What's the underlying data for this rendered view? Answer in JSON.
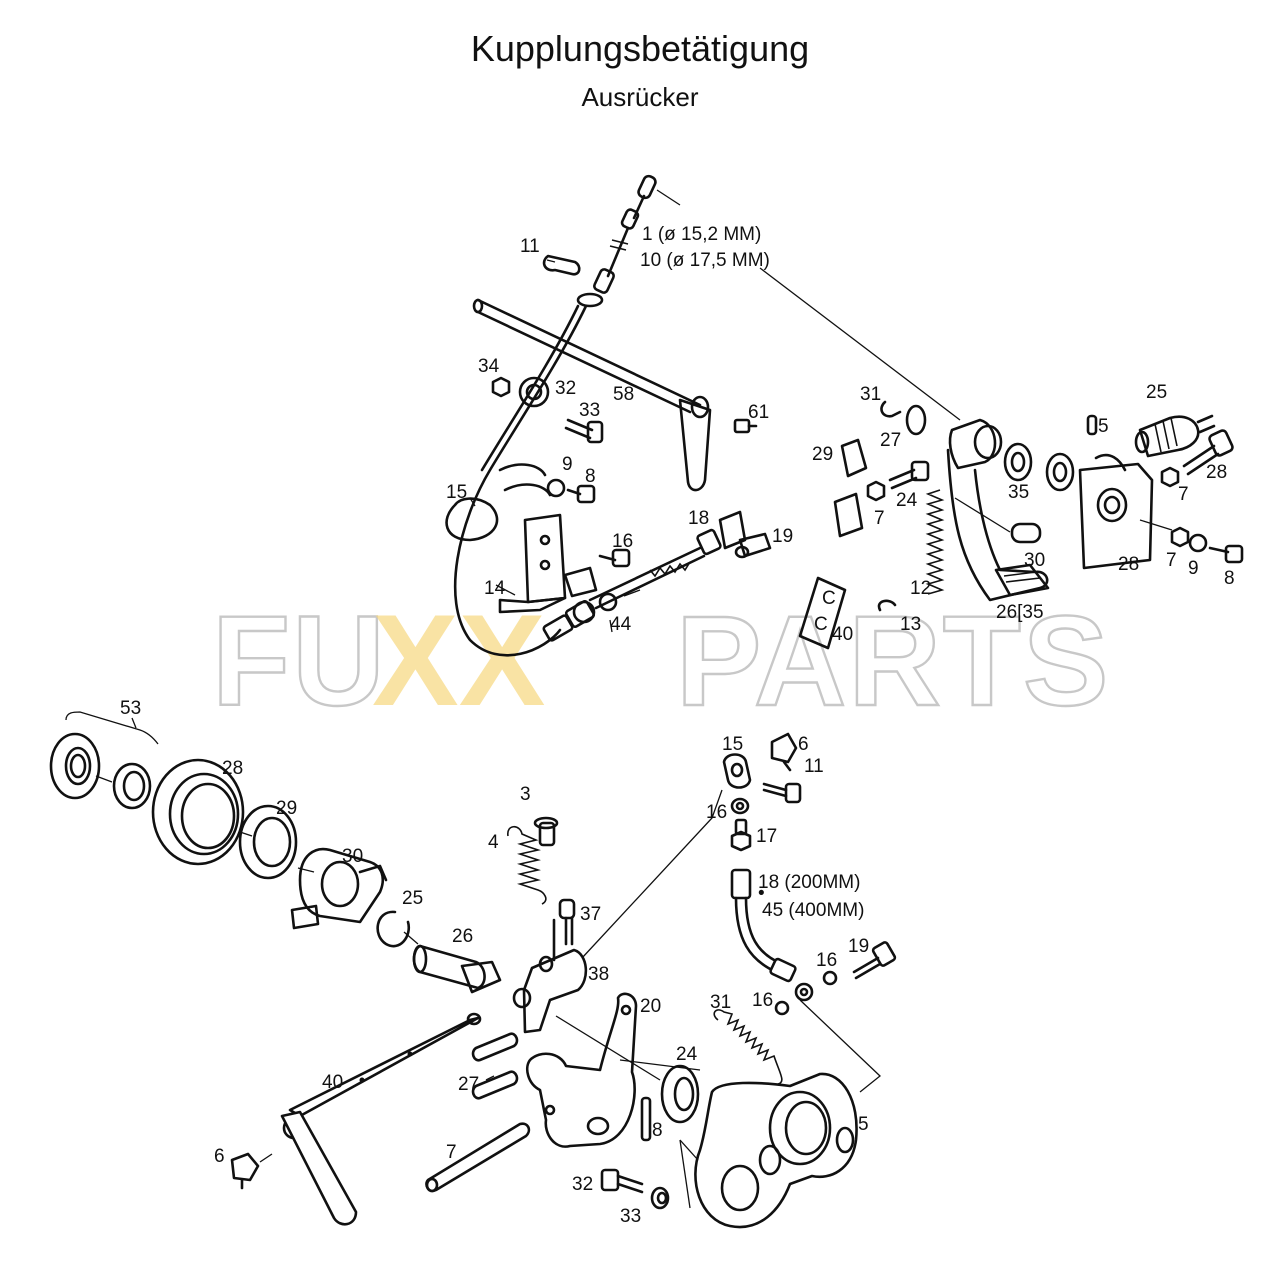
{
  "title": "Kupplungsbetätigung",
  "subtitle": "Ausrücker",
  "watermark": {
    "left": "FU",
    "middle": "XX",
    "right": "PARTS",
    "colors": {
      "outline": "#c8c8c8",
      "accent": "#f6d77d"
    }
  },
  "upper_assembly": {
    "cable_label_1": "1 (ø 15,2 MM)",
    "cable_label_2": "10 (ø 17,5 MM)",
    "callouts": [
      "11",
      "34",
      "32",
      "33",
      "58",
      "61",
      "9",
      "8",
      "15",
      "14",
      "16",
      "18",
      "19",
      "44",
      "31",
      "27",
      "29",
      "24",
      "7",
      "35",
      "30",
      "12",
      "13",
      "26[35",
      "40",
      "25",
      "5",
      "28",
      "7",
      "28",
      "7",
      "9",
      "8"
    ]
  },
  "lower_assembly": {
    "hose_label_1": "18 (200MM)",
    "hose_label_2": "45 (400MM)",
    "callouts": [
      "53",
      "28",
      "29",
      "30",
      "25",
      "26",
      "3",
      "4",
      "37",
      "38",
      "40",
      "6",
      "27",
      "7",
      "20",
      "24",
      "8",
      "31",
      "15",
      "6",
      "11",
      "16",
      "17",
      "16",
      "19",
      "16",
      "5",
      "32",
      "33"
    ]
  }
}
